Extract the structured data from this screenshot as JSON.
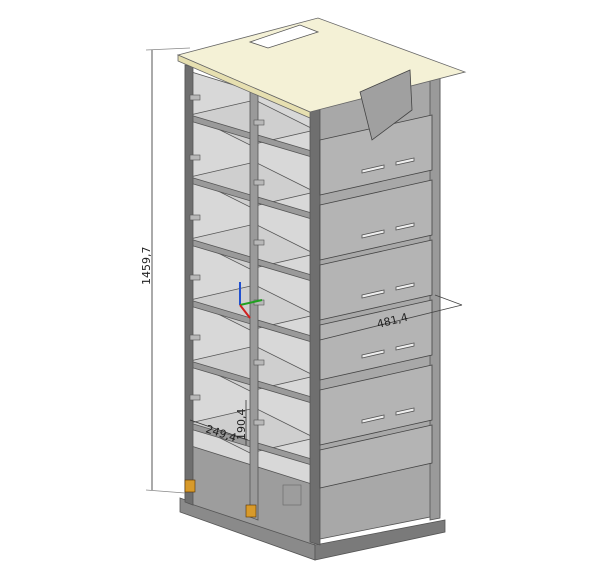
{
  "dimensions": {
    "height": "1459,7",
    "shelf_width": "249,4",
    "shelf_height": "190,4",
    "drawer_depth": "481,4"
  },
  "colors": {
    "frame": "#9a9a9a",
    "frame_dark": "#6f6f6f",
    "panel": "#c9c9c9",
    "drawer": "#b4b4b4",
    "roof": "#f4f1d6",
    "lock": "#d89a2a",
    "axis_x": "#d02020",
    "axis_y": "#20a020",
    "axis_z": "#2050d0"
  }
}
